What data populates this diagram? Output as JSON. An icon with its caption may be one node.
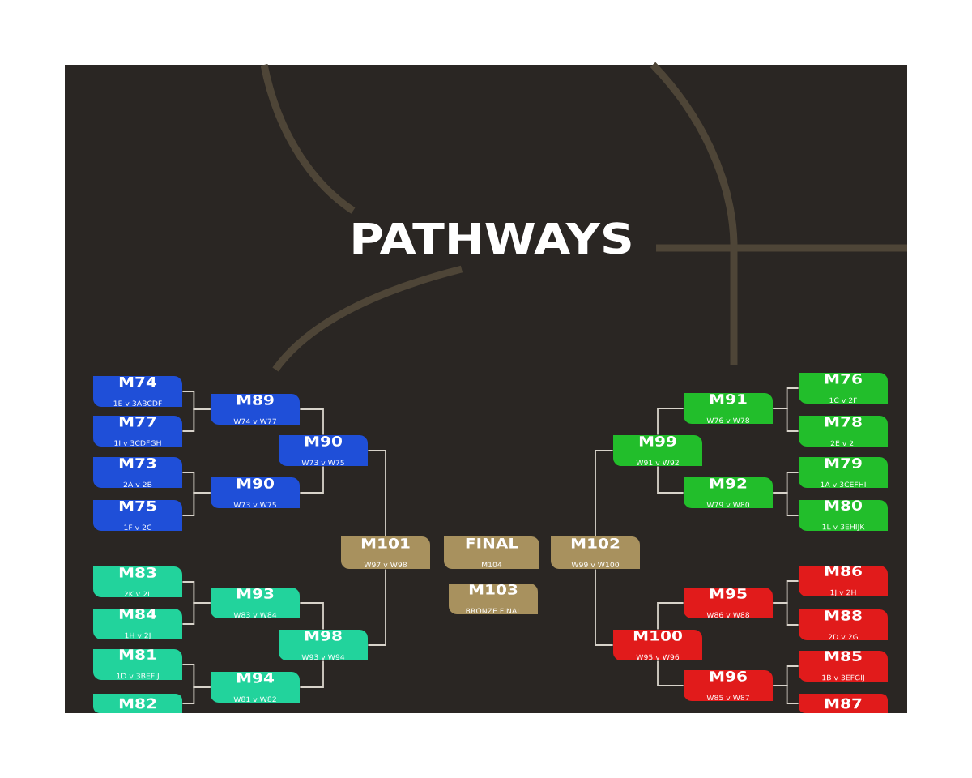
{
  "diagram": {
    "title": "PATHWAYS",
    "nodes": [
      {
        "text": [
          "M74",
          "1E v 3ABCDF"
        ]
      },
      {
        "text": [
          "M77",
          "1I v 3CDFGH"
        ]
      },
      {
        "text": [
          "M73",
          "2A v 2B"
        ]
      },
      {
        "text": [
          "M75",
          "1F v 2C"
        ]
      },
      {
        "text": [
          "M83",
          "2K v 2L"
        ]
      },
      {
        "text": [
          "M84",
          "1H v 2J"
        ]
      },
      {
        "text": [
          "M81",
          "1D v 3BEFIJ"
        ]
      },
      {
        "text": [
          "M82"
        ]
      },
      {
        "text": [
          "M89",
          "W74 v W77"
        ]
      },
      {
        "text": [
          "M90",
          "W73 v W75"
        ]
      },
      {
        "text": [
          "M93",
          "W83 v W84"
        ]
      },
      {
        "text": [
          "M94",
          "W81 v W82"
        ]
      },
      {
        "text": [
          "M90",
          "W73 v W75"
        ]
      },
      {
        "text": [
          "M98",
          "W93 v W94"
        ]
      },
      {
        "text": [
          "M101",
          "W97 v W98"
        ]
      },
      {
        "text": [
          "FINAL",
          "M104"
        ]
      },
      {
        "text": [
          "M103",
          "BRONZE FINAL"
        ]
      },
      {
        "text": [
          "M102",
          "W99 v W100"
        ]
      },
      {
        "text": [
          "M99",
          "W91 v W92"
        ]
      },
      {
        "text": [
          "M100",
          "W95 v W96"
        ]
      },
      {
        "text": [
          "M91",
          "W76 v W78"
        ]
      },
      {
        "text": [
          "M92",
          "W79 v W80"
        ]
      },
      {
        "text": [
          "M95",
          "W86 v W88"
        ]
      },
      {
        "text": [
          "M96",
          "W85 v W87"
        ]
      },
      {
        "text": [
          "M76",
          "1C v 2F"
        ]
      },
      {
        "text": [
          "M78",
          "2E v 2I"
        ]
      },
      {
        "text": [
          "M79",
          "1A v 3CEFHI"
        ]
      },
      {
        "text": [
          "M80",
          "1L v 3EHIJK"
        ]
      },
      {
        "text": [
          "M86",
          "1J v 2H"
        ]
      },
      {
        "text": [
          "M88",
          "2D v 2G"
        ]
      },
      {
        "text": [
          "M85",
          "1B v 3EFGIJ"
        ]
      },
      {
        "text": [
          "M87"
        ]
      }
    ],
    "edges": [
      {
        "from": 0,
        "to": 8,
        "arrow": "none"
      },
      {
        "from": 1,
        "to": 8,
        "arrow": "none"
      },
      {
        "from": 2,
        "to": 9,
        "arrow": "none"
      },
      {
        "from": 3,
        "to": 9,
        "arrow": "none"
      },
      {
        "from": 4,
        "to": 10,
        "arrow": "none"
      },
      {
        "from": 5,
        "to": 10,
        "arrow": "none"
      },
      {
        "from": 6,
        "to": 11,
        "arrow": "none"
      },
      {
        "from": 7,
        "to": 11,
        "arrow": "none"
      },
      {
        "from": 8,
        "to": 12,
        "arrow": "none"
      },
      {
        "from": 9,
        "to": 12,
        "arrow": "none"
      },
      {
        "from": 10,
        "to": 13,
        "arrow": "none"
      },
      {
        "from": 11,
        "to": 13,
        "arrow": "none"
      },
      {
        "from": 12,
        "to": 14,
        "arrow": "none"
      },
      {
        "from": 13,
        "to": 14,
        "arrow": "none"
      },
      {
        "from": 18,
        "to": 17,
        "arrow": "none"
      },
      {
        "from": 19,
        "to": 17,
        "arrow": "none"
      },
      {
        "from": 20,
        "to": 18,
        "arrow": "none"
      },
      {
        "from": 21,
        "to": 18,
        "arrow": "none"
      },
      {
        "from": 22,
        "to": 19,
        "arrow": "none"
      },
      {
        "from": 23,
        "to": 19,
        "arrow": "none"
      },
      {
        "from": 24,
        "to": 20,
        "arrow": "none"
      },
      {
        "from": 25,
        "to": 20,
        "arrow": "none"
      },
      {
        "from": 26,
        "to": 21,
        "arrow": "none"
      },
      {
        "from": 27,
        "to": 21,
        "arrow": "none"
      },
      {
        "from": 28,
        "to": 22,
        "arrow": "none"
      },
      {
        "from": 29,
        "to": 22,
        "arrow": "none"
      },
      {
        "from": 30,
        "to": 23,
        "arrow": "none"
      },
      {
        "from": 31,
        "to": 23,
        "arrow": "none"
      }
    ]
  }
}
